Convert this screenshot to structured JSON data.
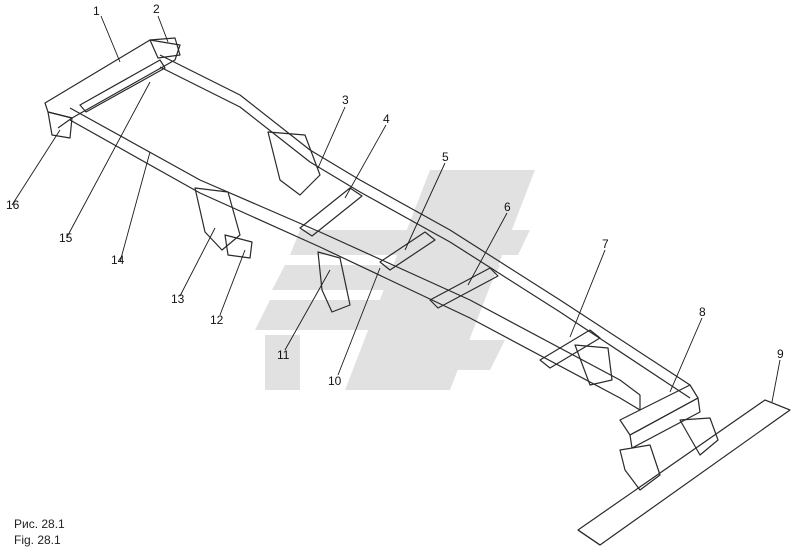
{
  "callouts": [
    "1",
    "2",
    "3",
    "4",
    "5",
    "6",
    "7",
    "8",
    "9",
    "10",
    "11",
    "12",
    "13",
    "14",
    "15",
    "16"
  ],
  "caption": {
    "ru": "Рис. 28.1",
    "en": "Fig. 28.1"
  },
  "colors": {
    "line": "#2a2a2a",
    "shade": "#8c8c8c",
    "watermark": "#d9d9d9",
    "paper": "#ffffff"
  }
}
